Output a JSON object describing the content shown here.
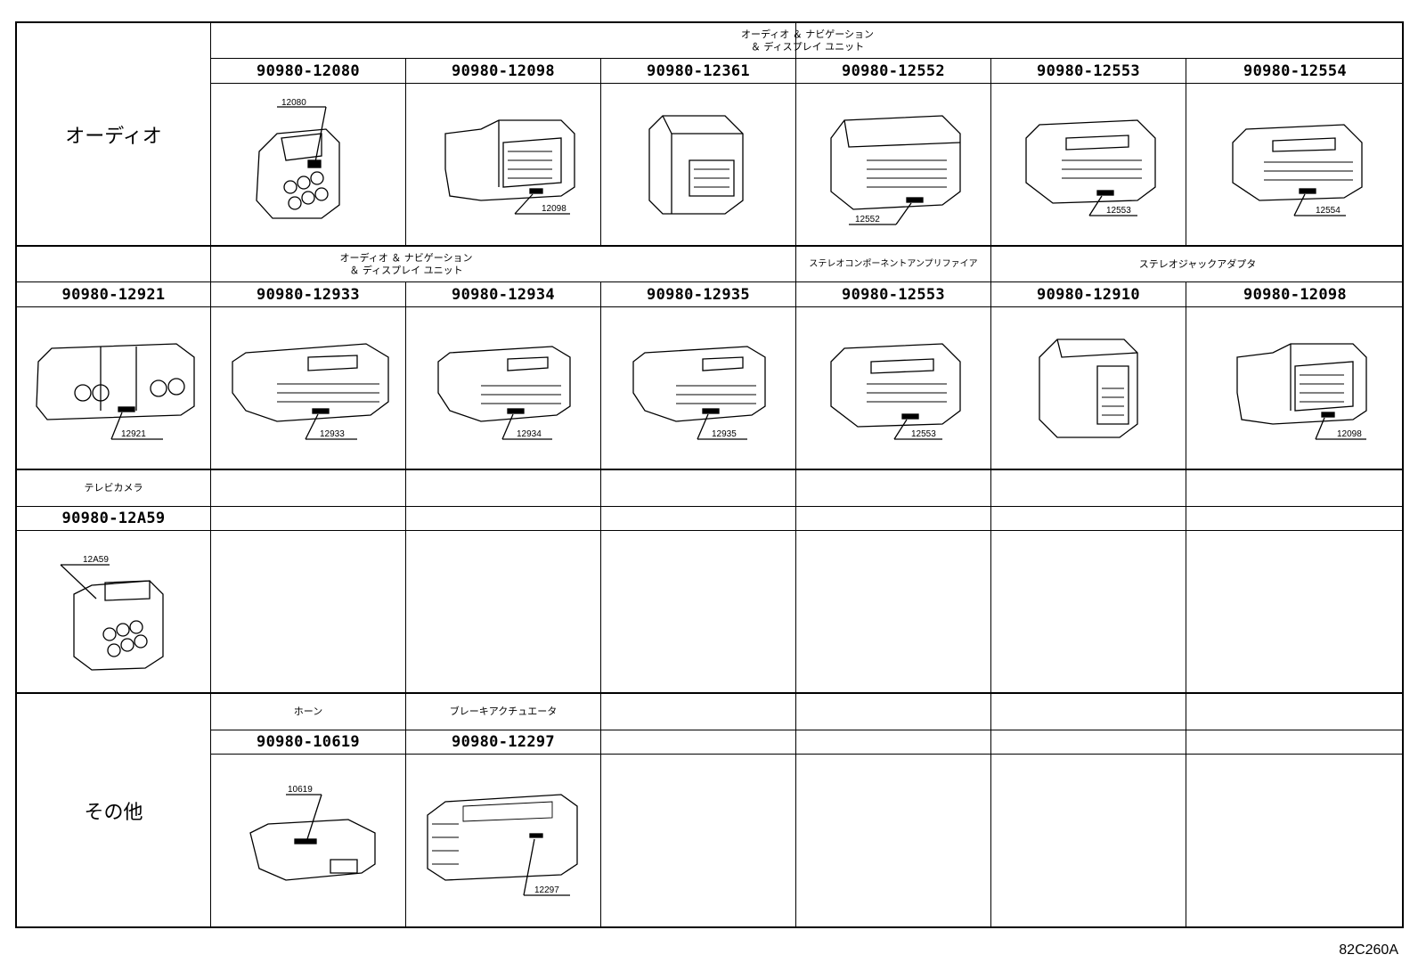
{
  "categories": {
    "audio": "オーディオ",
    "other": "その他"
  },
  "rows": {
    "r1": {
      "header": "オーディオ ＆ ナビゲーション\n＆ ディスプレイ ユニット",
      "items": [
        {
          "pn": "90980-12080",
          "label": "12080"
        },
        {
          "pn": "90980-12098",
          "label": "12098"
        },
        {
          "pn": "90980-12361",
          "label": ""
        },
        {
          "pn": "90980-12552",
          "label": "12552"
        },
        {
          "pn": "90980-12553",
          "label": "12553"
        },
        {
          "pn": "90980-12554",
          "label": "12554"
        }
      ]
    },
    "r2": {
      "header_nav": "オーディオ ＆ ナビゲーション\n＆ ディスプレイ ユニット",
      "header_amp": "ステレオコンポーネントアンプリファイア",
      "header_jack": "ステレオジャックアダプタ",
      "items": [
        {
          "pn": "90980-12921",
          "label": "12921"
        },
        {
          "pn": "90980-12933",
          "label": "12933"
        },
        {
          "pn": "90980-12934",
          "label": "12934"
        },
        {
          "pn": "90980-12935",
          "label": "12935"
        },
        {
          "pn": "90980-12553",
          "label": "12553"
        },
        {
          "pn": "90980-12910",
          "label": ""
        },
        {
          "pn": "90980-12098",
          "label": "12098"
        }
      ]
    },
    "r3": {
      "header": "テレビカメラ",
      "items": [
        {
          "pn": "90980-12A59",
          "label": "12A59"
        }
      ]
    },
    "r4": {
      "header_horn": "ホーン",
      "header_brake": "ブレーキアクチュエータ",
      "items": [
        {
          "pn": "90980-10619",
          "label": "10619"
        },
        {
          "pn": "90980-12297",
          "label": "12297"
        }
      ]
    }
  },
  "reference_code": "82C260A",
  "icons": [
    "connector-12080-icon",
    "connector-12098-icon",
    "connector-12361-icon",
    "connector-12552-icon",
    "connector-12553-icon",
    "connector-12554-icon",
    "connector-12921-icon",
    "connector-12933-icon",
    "connector-12934-icon",
    "connector-12935-icon",
    "connector-12910-icon",
    "connector-12a59-icon",
    "connector-10619-icon",
    "connector-12297-icon"
  ]
}
